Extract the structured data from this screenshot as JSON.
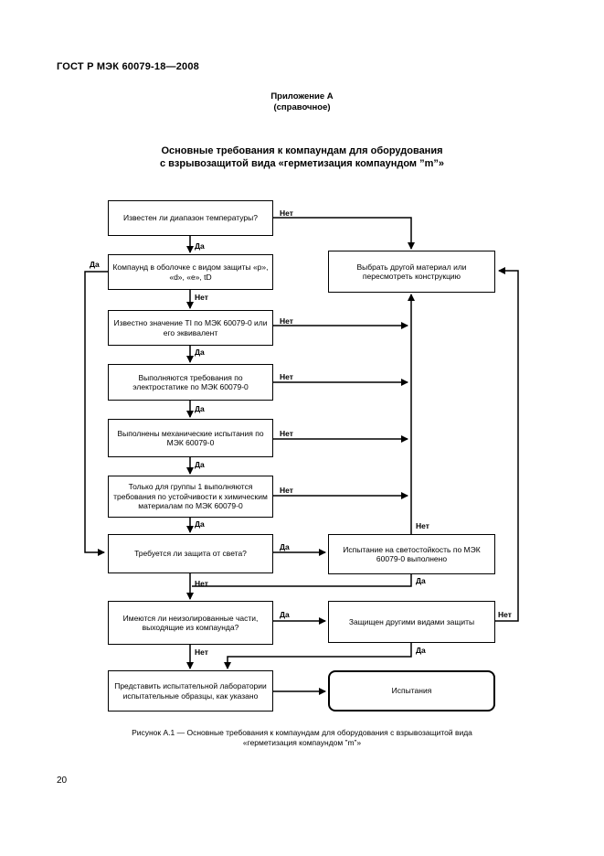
{
  "header": "ГОСТ Р МЭК 60079-18—2008",
  "appendix": {
    "line1": "Приложение А",
    "line2": "(справочное)"
  },
  "title": {
    "line1": "Основные требования  к компаундам для оборудования",
    "line2": "с взрывозащитой вида «герметизация компаундом ”m”»"
  },
  "boxes": {
    "b1": "Известен ли диапазон температуры?",
    "b2": "Компаунд в оболочке с видом защиты «p», «d», «e», tD",
    "b3": "Известно значение TI по МЭК 60079-0 или его эквивалент",
    "b4": "Выполняются требования по электростатике по МЭК 60079-0",
    "b5": "Выполнены механические испытания по МЭК 60079-0",
    "b6": "Только для группы 1 выполняются требования по устойчивости к химическим материалам по МЭК 60079-0",
    "b7": "Требуется ли защита от света?",
    "b8": "Имеются ли неизолированные части, выходящие из компаунда?",
    "b9": "Представить испытательной лаборатории испытательные образцы, как указано",
    "r1": "Выбрать другой материал или пересмотреть конструкцию",
    "r2": "Испытание на светостойкость по МЭК 60079-0 выполнено",
    "r3": "Защищен другими видами защиты",
    "r4": "Испытания"
  },
  "labels": {
    "yes": "Да",
    "no": "Нет"
  },
  "caption": {
    "line1": "Рисунок А.1 — Основные требования  к компаундам для оборудования с взрывозащитой вида",
    "line2": "«герметизация  компаундом  ”m”»"
  },
  "page_number": "20"
}
